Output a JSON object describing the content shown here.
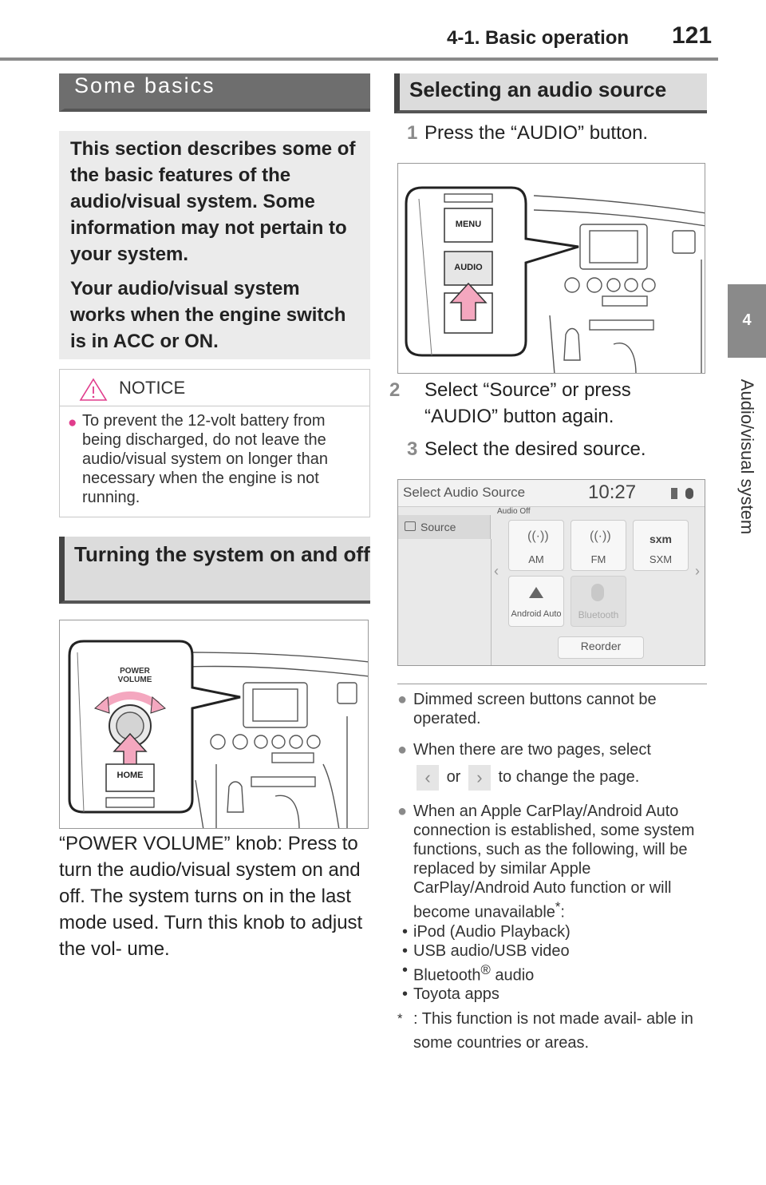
{
  "header": {
    "section": "4-1. Basic operation",
    "page": "121"
  },
  "side_tab": {
    "number": "4",
    "label": "Audio/visual system"
  },
  "some_basics": {
    "heading": "Some basics",
    "intro_1": "This section describes some of the basic features of the audio/visual system. Some information may not pertain to your system.",
    "intro_2": "Your audio/visual system works when the engine switch is in ACC or ON."
  },
  "notice": {
    "label": "NOTICE",
    "text": "To prevent the 12-volt battery from being discharged, do not leave the audio/visual system on longer than necessary when the engine is not running."
  },
  "turning": {
    "heading": "Turning the system on and off",
    "fig_labels": {
      "knob": "POWER VOLUME",
      "home": "HOME"
    },
    "caption": "“POWER VOLUME” knob: Press to turn the audio/visual system on and off. The system turns on in the last mode used. Turn this knob to adjust the vol- ume."
  },
  "selecting": {
    "heading": "Selecting an audio source",
    "steps": [
      {
        "num": "1",
        "text": "Press the “AUDIO” button."
      },
      {
        "num": "2",
        "text": "Select “Source” or press “AUDIO” button again."
      },
      {
        "num": "3",
        "text": "Select the desired source."
      }
    ],
    "fig_labels": {
      "menu": "MENU",
      "audio": "AUDIO"
    }
  },
  "screen": {
    "title": "Select Audio Source",
    "clock": "10:27",
    "sidebar_item": "Source",
    "status": "Audio Off",
    "tiles": [
      "AM",
      "FM",
      "SXM",
      "Android Auto",
      "Bluetooth"
    ],
    "sxm_logo": "sxm",
    "reorder": "Reorder"
  },
  "notes": {
    "dimmed": "Dimmed screen buttons cannot be operated.",
    "pages_a": "When there are two pages, select",
    "pages_or": "or",
    "pages_b": "to change the page.",
    "carplay": "When an Apple CarPlay/Android Auto connection is established, some system functions, such as the following, will be replaced by similar Apple CarPlay/Android Auto function or will become unavailable",
    "carplay_mark": "*",
    "carplay_colon": ":",
    "list": [
      "iPod (Audio Playback)",
      "USB audio/USB video",
      "Bluetooth",
      "audio",
      "Toyota apps"
    ],
    "reg_mark": "®",
    "footnote_mark": "*",
    "footnote": ": This function is not made avail- able in some countries or areas."
  },
  "colors": {
    "accent_gray": "#8a8a8a",
    "notice_bullet": "#e03c8c",
    "arrow_pink": "#f4a7bf"
  }
}
